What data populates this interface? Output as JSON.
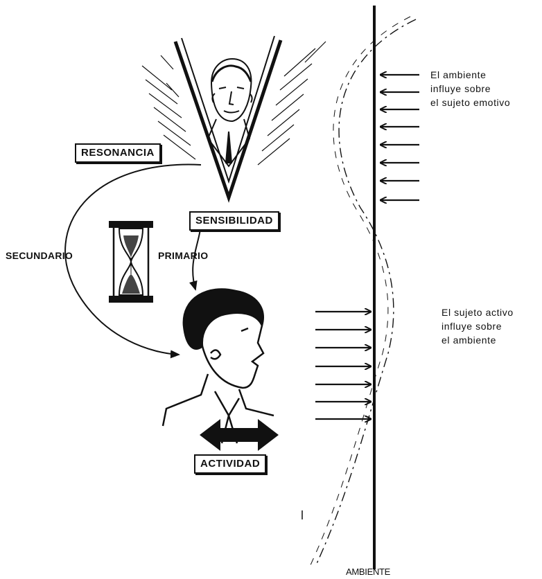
{
  "labels": {
    "resonancia": "RESONANCIA",
    "sensibilidad": "SENSIBILIDAD",
    "secundario": "SECUNDARIO",
    "primario": "PRIMARIO",
    "actividad": "ACTIVIDAD",
    "ambiente": "AMBIENTE"
  },
  "notes": {
    "emotive": [
      "El ambiente",
      "influye sobre",
      "el sujeto emotivo"
    ],
    "active": [
      "El sujeto activo",
      "influye sobre",
      "el ambiente"
    ]
  },
  "colors": {
    "ink": "#111111",
    "paper": "#ffffff"
  }
}
